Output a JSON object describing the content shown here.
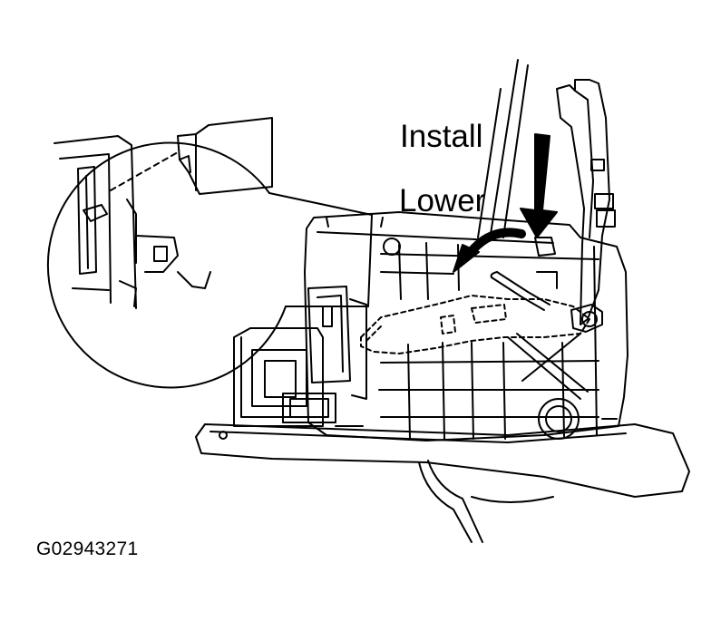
{
  "annotations": {
    "install": "Install",
    "lower": "Lower"
  },
  "figure_id": "G02943271",
  "colors": {
    "line": "#000000",
    "background": "#ffffff"
  },
  "icons": {
    "install_arrow": "down-arrow-icon",
    "lower_arrow": "curved-arrow-icon"
  }
}
